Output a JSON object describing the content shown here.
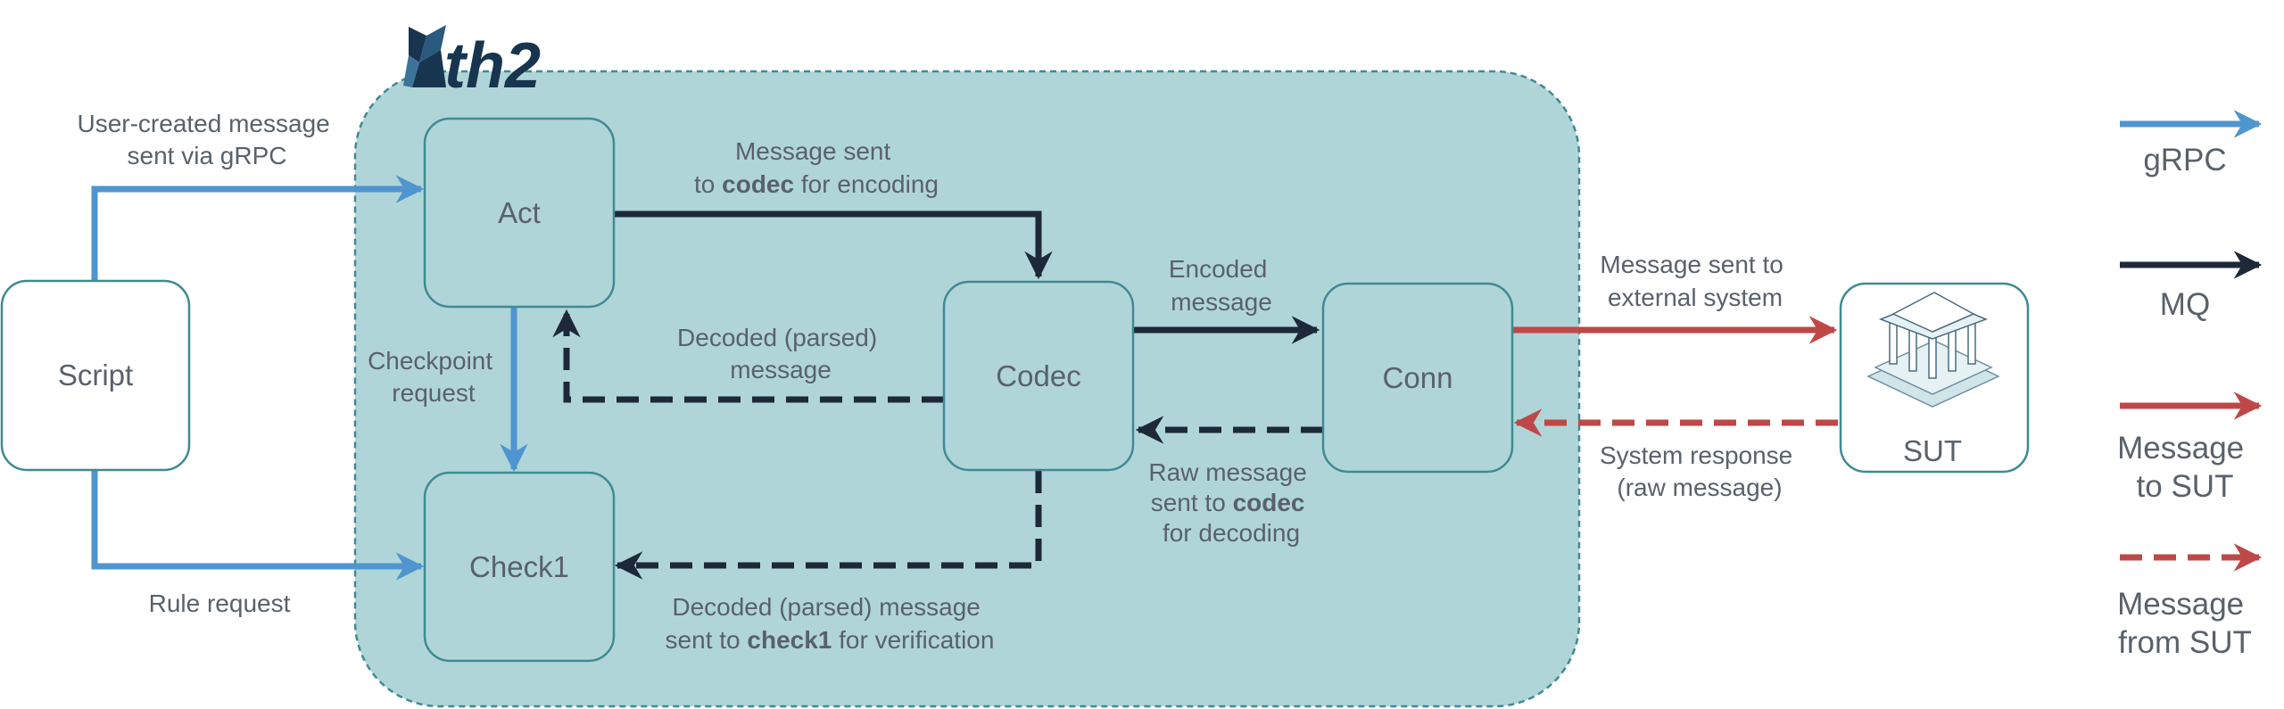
{
  "logo": {
    "text": "th2"
  },
  "colors": {
    "grpc": "#4f95cf",
    "mq": "#1d2838",
    "sut": "#be4848",
    "container_fill": "#b0d5d8",
    "container_border": "#3f8a94"
  },
  "nodes": {
    "script": "Script",
    "act": "Act",
    "check1": "Check1",
    "codec": "Codec",
    "conn": "Conn",
    "sut": "SUT"
  },
  "edges": {
    "script_act": {
      "line1": "User-created message",
      "line2": "sent via gRPC"
    },
    "script_check1": {
      "line1": "Rule request"
    },
    "act_check1": {
      "line1": "Checkpoint",
      "line2": "request"
    },
    "act_codec": {
      "line1": "Message sent",
      "line2_pre": "to ",
      "line2_bold": "codec",
      "line2_post": " for encoding"
    },
    "codec_act": {
      "line1": "Decoded (parsed)",
      "line2": "message"
    },
    "codec_conn": {
      "line1": "Encoded",
      "line2": "message"
    },
    "conn_codec": {
      "line1": "Raw message",
      "line2_pre": "sent to ",
      "line2_bold": "codec",
      "line3": "for decoding"
    },
    "codec_check1": {
      "line1": "Decoded (parsed) message",
      "line2_pre": "sent to ",
      "line2_bold": "check1",
      "line2_post": " for verification"
    },
    "conn_sut": {
      "line1": "Message sent to",
      "line2": "external system"
    },
    "sut_conn": {
      "line1": "System response",
      "line2": "(raw message)"
    }
  },
  "legend": {
    "grpc": {
      "line1": "gRPC"
    },
    "mq": {
      "line1": "MQ"
    },
    "to_sut": {
      "line1": "Message",
      "line2": "to SUT"
    },
    "from_sut": {
      "line1": "Message",
      "line2": "from SUT"
    }
  }
}
